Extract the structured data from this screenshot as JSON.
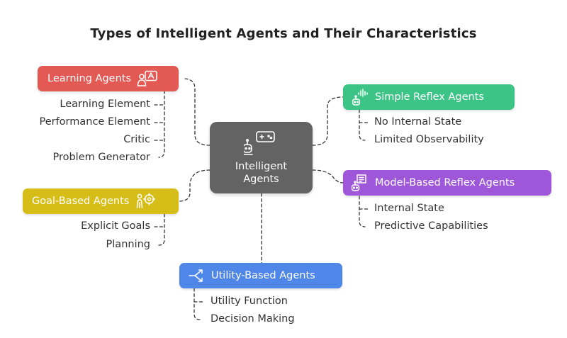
{
  "title": "Types of Intelligent Agents and Their Characteristics",
  "center": {
    "label_line1": "Intelligent",
    "label_line2": "Agents",
    "icon": "robot-gamepad-icon"
  },
  "colors": {
    "learning": "#e35a55",
    "simple_reflex": "#3cc487",
    "model_based": "#9f57d9",
    "goal_based": "#d7bd18",
    "utility_based": "#4e87e8",
    "center": "#636363",
    "connector": "#333333"
  },
  "agents": {
    "learning": {
      "label": "Learning Agents",
      "icon": "learning-board-icon",
      "items": [
        "Learning Element",
        "Performance Element",
        "Critic",
        "Problem Generator"
      ]
    },
    "simple_reflex": {
      "label": "Simple Reflex Agents",
      "icon": "sound-robot-icon",
      "items": [
        "No Internal State",
        "Limited Observability"
      ]
    },
    "model_based": {
      "label": "Model-Based Reflex Agents",
      "icon": "document-robot-icon",
      "items": [
        "Internal State",
        "Predictive Capabilities"
      ]
    },
    "goal_based": {
      "label": "Goal-Based Agents",
      "icon": "person-target-icon",
      "items": [
        "Explicit Goals",
        "Planning"
      ]
    },
    "utility_based": {
      "label": "Utility-Based Agents",
      "icon": "branching-arrows-icon",
      "items": [
        "Utility Function",
        "Decision Making"
      ]
    }
  }
}
